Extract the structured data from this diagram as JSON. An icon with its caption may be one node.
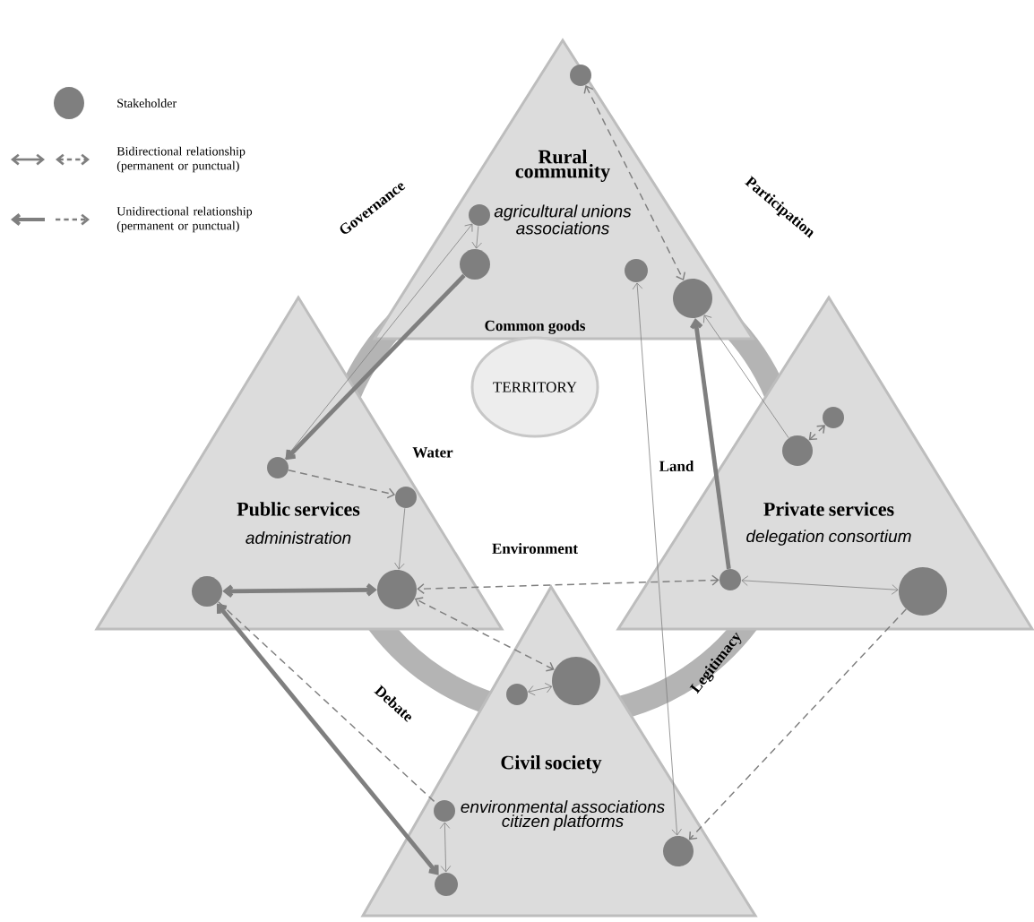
{
  "diagram": {
    "nodes": [
      {
        "text": [
          "Rural community",
          "agricultural unions associations"
        ]
      },
      {
        "text": [],
        "shape": "circle",
        "in": 0
      },
      {
        "text": [],
        "shape": "circle",
        "in": 0
      },
      {
        "text": [],
        "shape": "circle",
        "in": 0
      },
      {
        "text": [],
        "shape": "circle",
        "in": 0
      },
      {
        "text": [],
        "shape": "circle",
        "in": 0
      },
      {
        "text": [
          "Public services",
          "administration"
        ]
      },
      {
        "text": [],
        "shape": "circle",
        "in": 6
      },
      {
        "text": [],
        "shape": "circle",
        "in": 6
      },
      {
        "text": [],
        "shape": "circle",
        "in": 6
      },
      {
        "text": [],
        "shape": "circle",
        "in": 6
      },
      {
        "text": [
          "TERRITORY"
        ]
      },
      {
        "text": [
          "Private services",
          "delegation consortium"
        ]
      },
      {
        "text": [],
        "shape": "circle",
        "in": 12
      },
      {
        "text": [],
        "shape": "circle",
        "in": 12
      },
      {
        "text": [],
        "shape": "circle",
        "in": 12
      },
      {
        "text": [],
        "shape": "circle",
        "in": 12
      },
      {
        "text": [
          "Civil society",
          "environmental associations citizen platforms"
        ]
      },
      {
        "text": [],
        "shape": "circle",
        "in": 17
      },
      {
        "text": [],
        "shape": "circle",
        "in": 17
      },
      {
        "text": [],
        "shape": "circle",
        "in": 17
      },
      {
        "text": [],
        "shape": "circle",
        "in": 17
      },
      {
        "text": [],
        "shape": "circle",
        "in": 17
      }
    ],
    "edges": [
      {
        "from": 1,
        "to": 5,
        "arrow": "both",
        "style": "dashed"
      },
      {
        "from": 2,
        "to": 3,
        "arrow": "to"
      },
      {
        "from": 7,
        "to": 2,
        "arrow": "to"
      },
      {
        "from": 3,
        "to": 7,
        "arrow": "to",
        "style": "thick"
      },
      {
        "from": 7,
        "to": 8,
        "arrow": "to",
        "style": "dashed"
      },
      {
        "from": 8,
        "to": 9,
        "arrow": "to"
      },
      {
        "from": 10,
        "to": 9,
        "arrow": "both",
        "style": "thick"
      },
      {
        "from": 15,
        "to": 9,
        "arrow": "both",
        "style": "dashed"
      },
      {
        "from": 18,
        "to": 9,
        "arrow": "both",
        "style": "dashed"
      },
      {
        "from": 15,
        "to": 5,
        "arrow": "to",
        "style": "thick"
      },
      {
        "from": 14,
        "to": 5,
        "arrow": "to"
      },
      {
        "from": 14,
        "to": 13,
        "arrow": "both",
        "style": "dashed"
      },
      {
        "from": 15,
        "to": 16,
        "arrow": "both"
      },
      {
        "from": 4,
        "to": 22,
        "arrow": "both"
      },
      {
        "from": 16,
        "to": 22,
        "arrow": "to",
        "style": "dashed"
      },
      {
        "from": 10,
        "to": 21,
        "arrow": "both",
        "style": "thick"
      },
      {
        "from": 10,
        "to": 20,
        "arrow": "none",
        "style": "dashed"
      },
      {
        "from": 20,
        "to": 21,
        "arrow": "both"
      },
      {
        "from": 19,
        "to": 18,
        "arrow": "both"
      }
    ],
    "labels": [
      "Governance",
      "Participation",
      "Common goods",
      "Water",
      "Land",
      "Environment",
      "Debate",
      "Legitimacy"
    ],
    "legend": [
      {
        "text": "Stakeholder"
      },
      {
        "text": "Bidirectional relationship (permanent or punctual)"
      },
      {
        "text": "Unidirectional relationship (permanent or punctual)"
      }
    ]
  }
}
